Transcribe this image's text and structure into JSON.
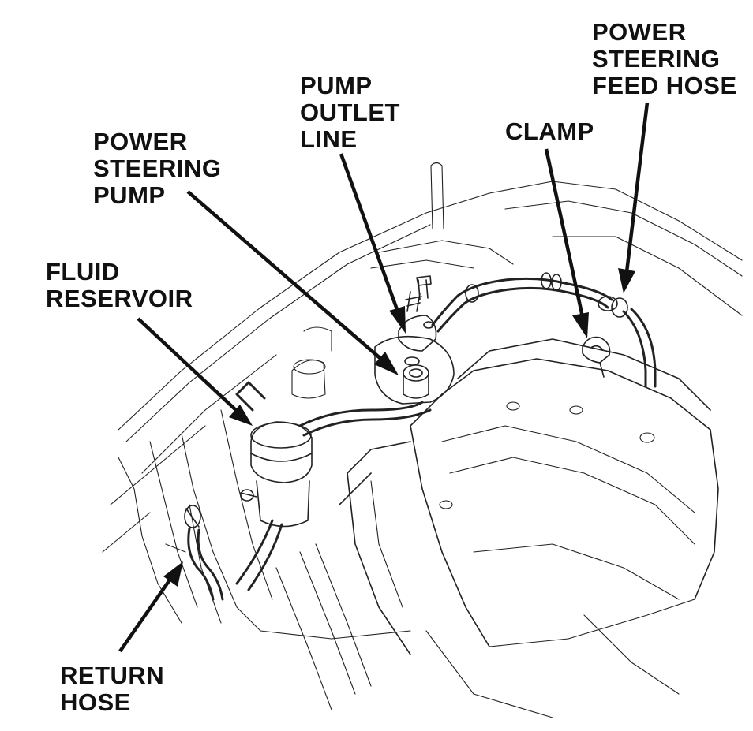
{
  "labels": {
    "pump_outlet_line": [
      "PUMP",
      "OUTLET",
      "LINE"
    ],
    "power_steering_pump": [
      "POWER",
      "STEERING",
      "PUMP"
    ],
    "clamp": [
      "CLAMP"
    ],
    "power_steering_feed_hose": [
      "POWER",
      "STEERING",
      "FEED HOSE"
    ],
    "fluid_reservoir": [
      "FLUID",
      "RESERVOIR"
    ],
    "return_hose": [
      "RETURN",
      "HOSE"
    ]
  }
}
